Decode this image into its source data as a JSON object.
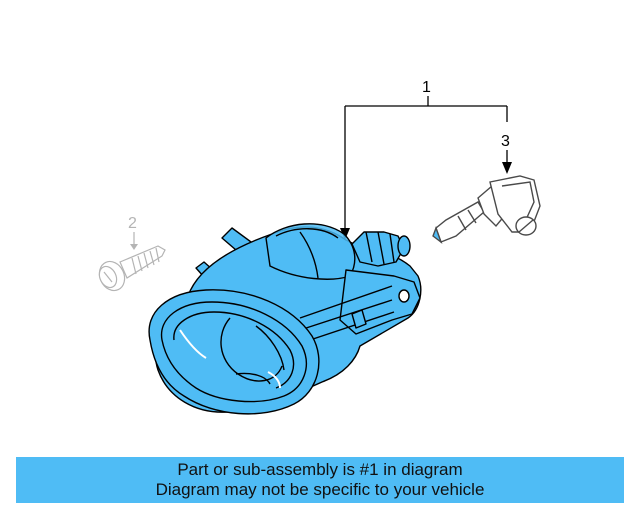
{
  "callouts": {
    "assembly": "1",
    "screw": "2",
    "bulb": "3"
  },
  "banner": {
    "line1": "Part or sub-assembly is #1 in diagram",
    "line2": "Diagram may not be specific to your vehicle"
  },
  "colors": {
    "highlight": "#4fbcf5",
    "outline": "#000000",
    "ghost": "#b4b4b4",
    "background": "#ffffff"
  }
}
